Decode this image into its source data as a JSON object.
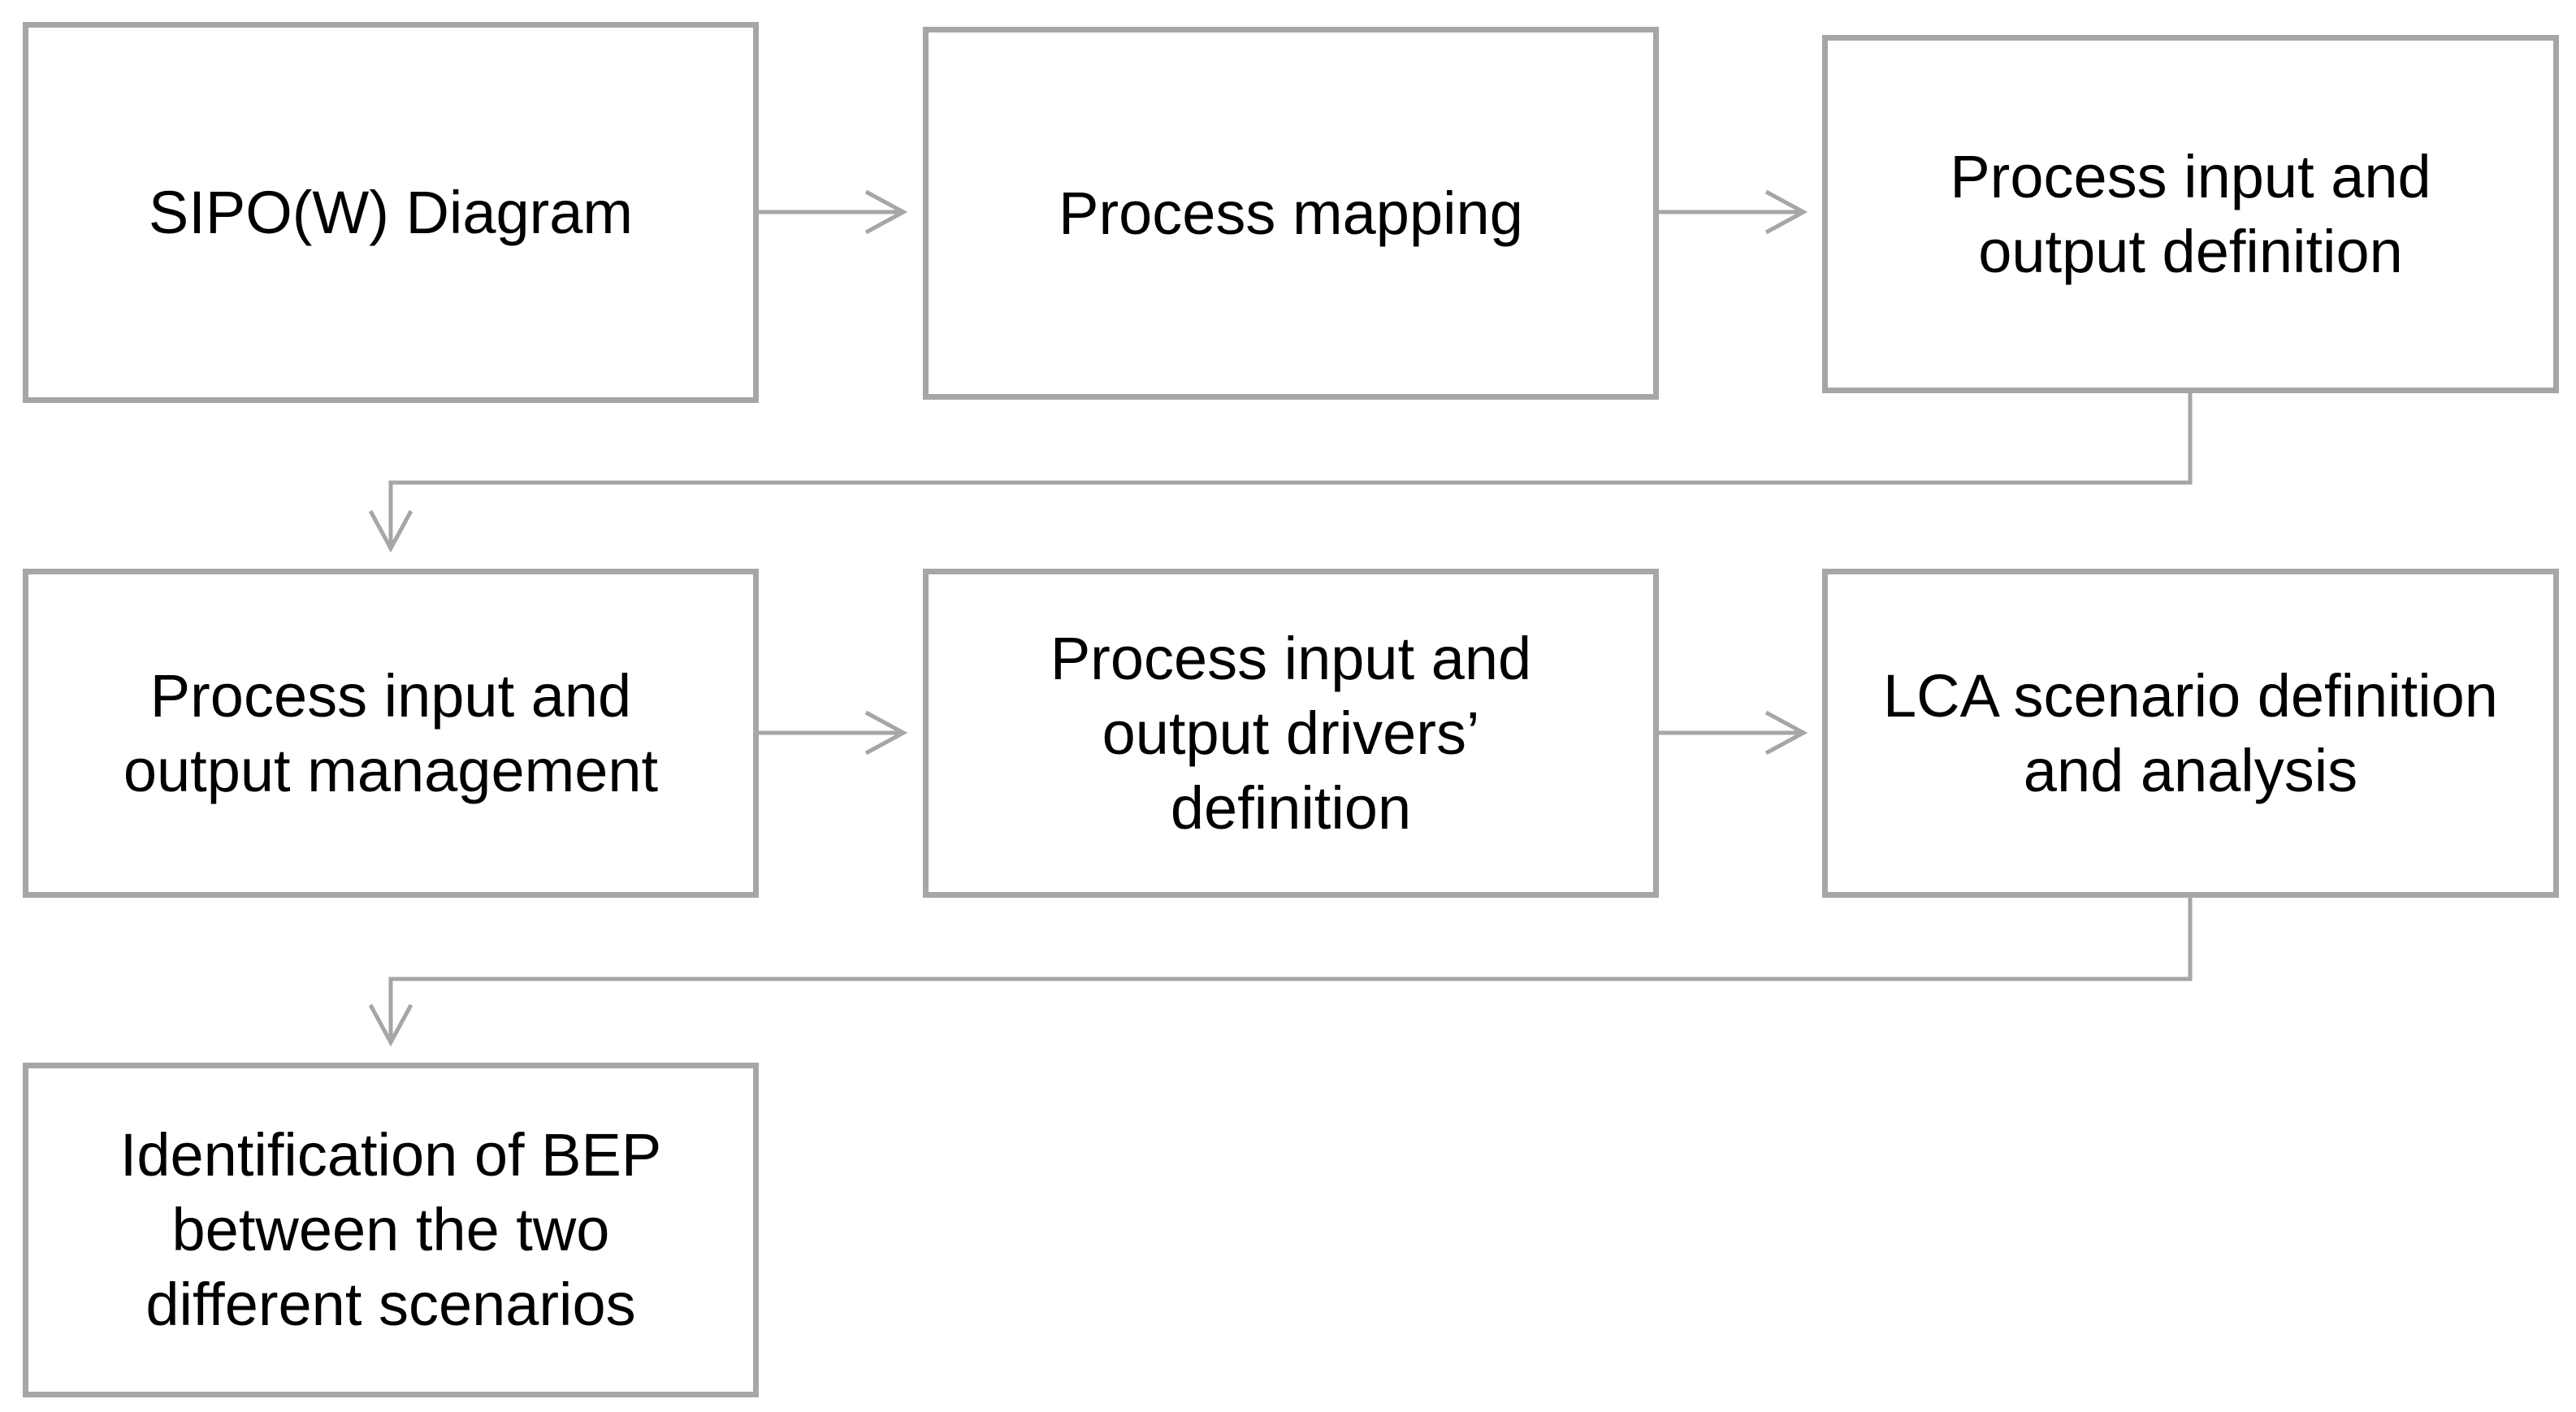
{
  "diagram": {
    "type": "flowchart",
    "colors": {
      "box_border": "#a6a6a6",
      "connector": "#a6a6a6",
      "text": "#000000",
      "background": "#ffffff"
    },
    "steps": [
      {
        "id": "sipow-diagram",
        "label": "SIPO(W) Diagram"
      },
      {
        "id": "process-mapping",
        "label": "Process mapping"
      },
      {
        "id": "process-io-definition",
        "label": "Process input and\noutput definition"
      },
      {
        "id": "process-io-management",
        "label": "Process input and\noutput management"
      },
      {
        "id": "process-io-drivers-definition",
        "label": "Process input and\noutput drivers’\ndefinition"
      },
      {
        "id": "lca-scenario-definition",
        "label": "LCA scenario definition\nand analysis"
      },
      {
        "id": "bep-identification",
        "label": "Identification of BEP\nbetween the two\ndifferent scenarios"
      }
    ],
    "edges": [
      {
        "from": "sipow-diagram",
        "to": "process-mapping"
      },
      {
        "from": "process-mapping",
        "to": "process-io-definition"
      },
      {
        "from": "process-io-definition",
        "to": "process-io-management"
      },
      {
        "from": "process-io-management",
        "to": "process-io-drivers-definition"
      },
      {
        "from": "process-io-drivers-definition",
        "to": "lca-scenario-definition"
      },
      {
        "from": "lca-scenario-definition",
        "to": "bep-identification"
      }
    ]
  }
}
